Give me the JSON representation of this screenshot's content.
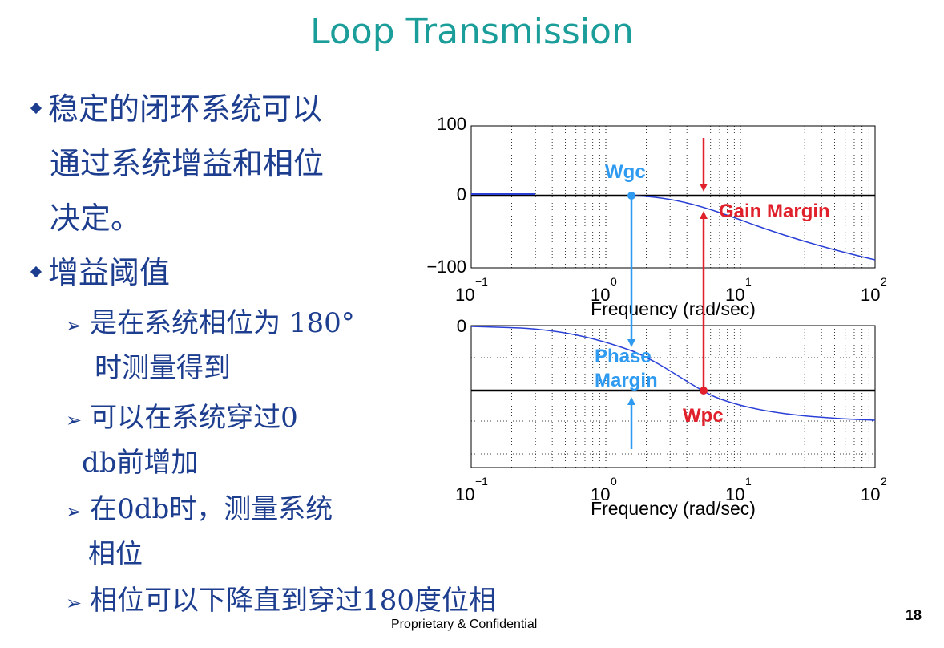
{
  "slide": {
    "title": "Loop Transmission",
    "page_number": "18",
    "footer": "Proprietary & Confidential"
  },
  "bullets": [
    {
      "level": 1,
      "lines": [
        "稳定的闭环系统可以",
        "通过系统增益和相位",
        "决定。"
      ]
    },
    {
      "level": 1,
      "lines": [
        "增益阈值"
      ]
    },
    {
      "level": 2,
      "lines": [
        "是在系统相位为 180°",
        "时测量得到"
      ]
    },
    {
      "level": 2,
      "lines": [
        "可以在系统穿过0",
        "db前增加"
      ]
    },
    {
      "level": 2,
      "lines": [
        "在0db时，测量系统",
        "相位"
      ]
    },
    {
      "level": 2,
      "lines": [
        "相位可以下降直到穿过180度位相"
      ]
    }
  ],
  "diagram": {
    "top_plot": {
      "y_ticks": [
        "100",
        "0",
        "−100"
      ],
      "x_ticks": [
        "10",
        "10",
        "10",
        "10"
      ],
      "x_exponents": [
        "−1",
        "0",
        "1",
        "2"
      ],
      "xlabel": "Frequency (rad/sec)"
    },
    "bottom_plot": {
      "y_ticks": [
        "0"
      ],
      "x_ticks": [
        "10",
        "10",
        "10",
        "10"
      ],
      "x_exponents": [
        "−1",
        "0",
        "1",
        "2"
      ],
      "xlabel": "Frequency (rad/sec)"
    },
    "labels": {
      "wgc": "Wgc",
      "gain_margin": "Gain Margin",
      "phase": "Phase",
      "margin": "Margin",
      "wpc": "Wpc"
    },
    "colors": {
      "title": "#1b9e9a",
      "text": "#1d3d8f",
      "gain_phase_curve": "#2a3fd6",
      "phase_margin_marks": "#2f9bf0",
      "gain_margin_marks": "#e0202a"
    }
  }
}
